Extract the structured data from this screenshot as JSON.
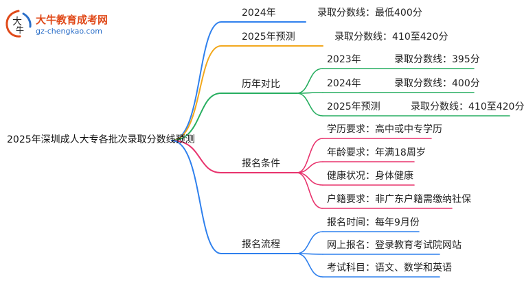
{
  "logo": {
    "name": "大牛教育成考网",
    "url": "gz-chengkao.com",
    "mark_text_top": "大",
    "mark_text_bottom": "牛"
  },
  "root": {
    "label": "2025年深圳成人大专各批次录取分数线预测"
  },
  "branches": [
    {
      "label": "2024年",
      "value": "录取分数线：最低400分",
      "color": "#2f80ed"
    },
    {
      "label": "2025年预测",
      "value": "录取分数线：410至420分",
      "color": "#f2a81d"
    },
    {
      "label": "历年对比",
      "color": "#27ae60",
      "children": [
        {
          "label": "2023年",
          "value": "录取分数线：395分"
        },
        {
          "label": "2024年",
          "value": "录取分数线：400分"
        },
        {
          "label": "2025年预测",
          "value": "录取分数线：410至420分"
        }
      ]
    },
    {
      "label": "报名条件",
      "color": "#e8336d",
      "children": [
        {
          "label": "学历要求：高中或中专学历"
        },
        {
          "label": "年龄要求：年满18周岁"
        },
        {
          "label": "健康状况：身体健康"
        },
        {
          "label": "户籍要求：非广东户籍需缴纳社保"
        }
      ]
    },
    {
      "label": "报名流程",
      "color": "#2f80ed",
      "children": [
        {
          "label": "报名时间：每年9月份"
        },
        {
          "label": "网上报名：登录教育考试院网站"
        },
        {
          "label": "考试科目：语文、数学和英语"
        }
      ]
    }
  ]
}
